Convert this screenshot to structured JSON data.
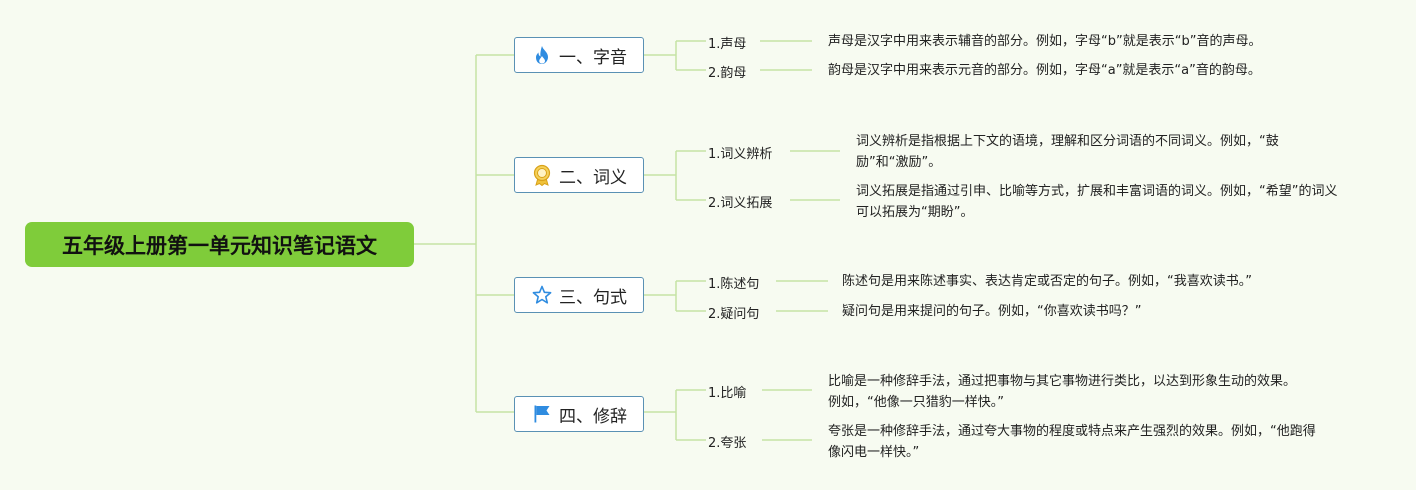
{
  "root": {
    "title": "五年级上册第一单元知识笔记语文"
  },
  "branches": [
    {
      "label": "一、字音",
      "icon": "fire-icon",
      "children": [
        {
          "label": "1.声母",
          "desc": "声母是汉字中用来表示辅音的部分。例如，字母“b”就是表示“b”音的声母。"
        },
        {
          "label": "2.韵母",
          "desc": "韵母是汉字中用来表示元音的部分。例如，字母“a”就是表示“a”音的韵母。"
        }
      ]
    },
    {
      "label": "二、词义",
      "icon": "medal-icon",
      "children": [
        {
          "label": "1.词义辨析",
          "desc": "词义辨析是指根据上下文的语境，理解和区分词语的不同词义。例如，“鼓励”和“激励”。"
        },
        {
          "label": "2.词义拓展",
          "desc": "词义拓展是指通过引申、比喻等方式，扩展和丰富词语的词义。例如，“希望”的词义可以拓展为“期盼”。"
        }
      ]
    },
    {
      "label": "三、句式",
      "icon": "star-icon",
      "children": [
        {
          "label": "1.陈述句",
          "desc": "陈述句是用来陈述事实、表达肯定或否定的句子。例如，“我喜欢读书。”"
        },
        {
          "label": "2.疑问句",
          "desc": "疑问句是用来提问的句子。例如，“你喜欢读书吗？”"
        }
      ]
    },
    {
      "label": "四、修辞",
      "icon": "flag-icon",
      "children": [
        {
          "label": "1.比喻",
          "desc": "比喻是一种修辞手法，通过把事物与其它事物进行类比，以达到形象生动的效果。例如，“他像一只猎豹一样快。”"
        },
        {
          "label": "2.夸张",
          "desc": "夸张是一种修辞手法，通过夸大事物的程度或特点来产生强烈的效果。例如，“他跑得像闪电一样快。”"
        }
      ]
    }
  ],
  "colors": {
    "background": "#f7fbf1",
    "root_fill": "#7fcc3a",
    "branch_border": "#5a91b4",
    "connector": "#c5e3a5"
  }
}
